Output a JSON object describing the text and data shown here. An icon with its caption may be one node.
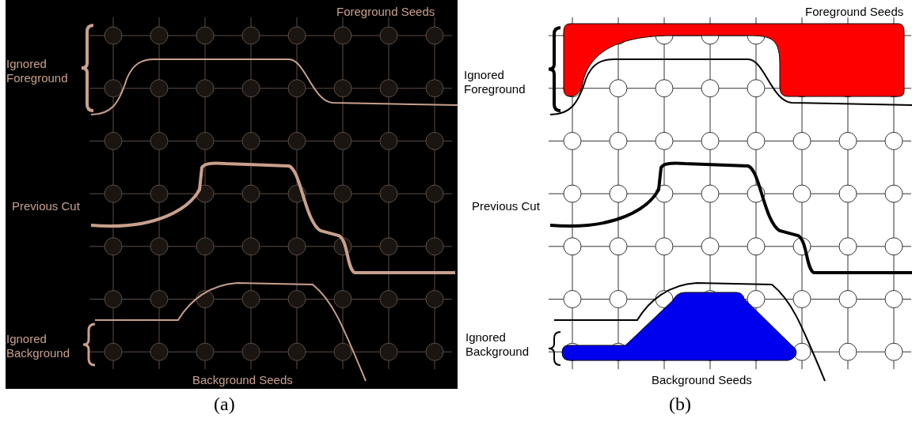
{
  "diagram": {
    "labels": [
      "Foreground Seeds",
      "Ignored Foreground",
      "Previous Cut",
      "Ignored Background",
      "Background Seeds",
      "Foreground Seeds",
      "Ignored Foreground",
      "Previous Cut",
      "Ignored Background",
      "Background Seeds",
      "(a)",
      "(b)"
    ]
  }
}
